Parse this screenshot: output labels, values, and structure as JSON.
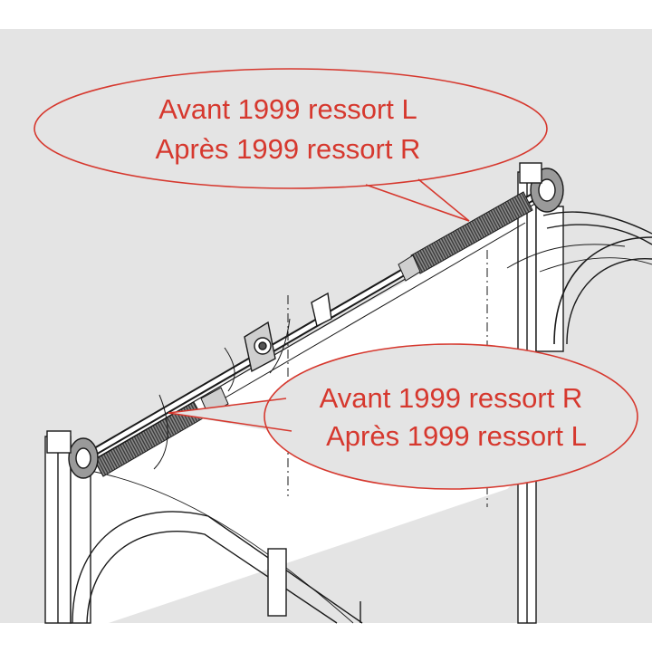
{
  "callout_top": {
    "line1": "Avant 1999 ressort L",
    "line2": "Après 1999 ressort R"
  },
  "callout_bottom": {
    "line1": "Avant 1999 ressort R",
    "line2": "Après 1999 ressort L"
  },
  "colors": {
    "background": "#e4e4e4",
    "callout_accent": "#d6382e",
    "callout_fill": "#e4e4e4",
    "line_art": "#1a1a1a",
    "spring": "#6a6a6a",
    "door_panel": "#ffffff"
  }
}
